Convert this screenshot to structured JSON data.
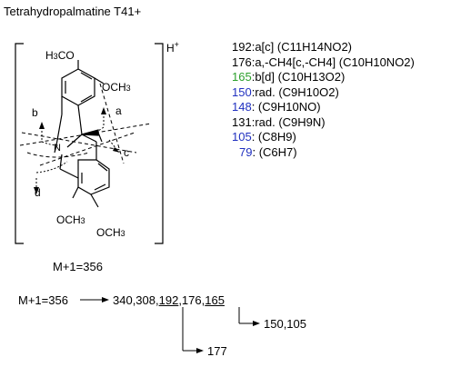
{
  "title": "Tetrahydropalmatine T41+",
  "charge": "H",
  "charge_sup": "+",
  "structure": {
    "substituents": {
      "top_left": {
        "text": "H",
        "sub": "3",
        "tail": "CO"
      },
      "top_right": {
        "text": "OCH",
        "sub": "3"
      },
      "bottom_left": {
        "text": "OCH",
        "sub": "3"
      },
      "bottom_right": {
        "text": "OCH",
        "sub": "3"
      }
    },
    "nitrogen": "N",
    "cleavage_labels": {
      "a": "a",
      "b": "b",
      "c": "c",
      "d": "d"
    }
  },
  "fragments": [
    {
      "mass": "192",
      "desc": ":a[c] (C11H14NO2)",
      "color": "#000000"
    },
    {
      "mass": "176",
      "desc": ":a,-CH4[c,-CH4] (C10H10NO2)",
      "color": "#000000"
    },
    {
      "mass": "165",
      "desc": ":b[d] (C10H13O2)",
      "color": "#2ca02c"
    },
    {
      "mass": "150",
      "desc": ":rad. (C9H10O2)",
      "color": "#2030c0"
    },
    {
      "mass": "148",
      "desc": ": (C9H10NO)",
      "color": "#2030c0"
    },
    {
      "mass": "131",
      "desc": ":rad. (C9H9N)",
      "color": "#000000"
    },
    {
      "mass": "105",
      "desc": ": (C8H9)",
      "color": "#2030c0"
    },
    {
      "mass": "79",
      "desc": ": (C6H7)",
      "color": "#2030c0"
    }
  ],
  "molecular_ion": "M+1=356",
  "pathway": {
    "start": "M+1=356",
    "main_a": "340,308,",
    "main_192": "192",
    "main_b": ",176,",
    "main_165": "165",
    "branch_165": "150,105",
    "branch_192": "177"
  }
}
